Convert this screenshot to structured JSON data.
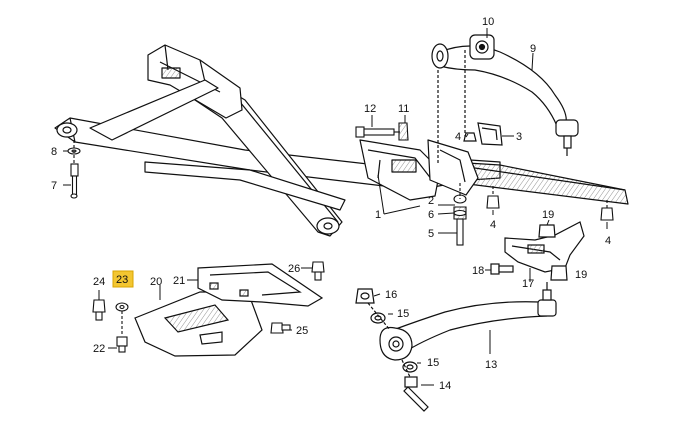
{
  "callouts": {
    "c1": "1",
    "c2": "2",
    "c3": "3",
    "c4a": "4",
    "c4b": "4",
    "c4c": "4",
    "c5": "5",
    "c6": "6",
    "c7": "7",
    "c8": "8",
    "c9": "9",
    "c10": "10",
    "c11": "11",
    "c12": "12",
    "c13": "13",
    "c14": "14",
    "c15a": "15",
    "c15b": "15",
    "c16": "16",
    "c17": "17",
    "c18": "18",
    "c19a": "19",
    "c19b": "19",
    "c20": "20",
    "c21": "21",
    "c22": "22",
    "c23": "23",
    "c24": "24",
    "c25": "25",
    "c26": "26"
  },
  "highlight": {
    "part": "23",
    "color": "#f3c631"
  }
}
